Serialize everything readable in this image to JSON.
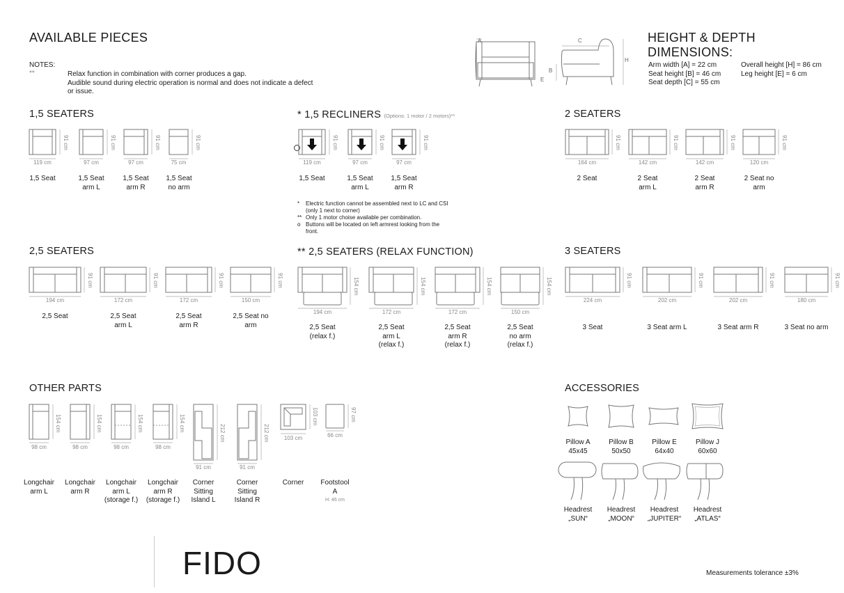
{
  "header": {
    "title": "AVAILABLE PIECES",
    "dimensions_title": "HEIGHT & DEPTH DIMENSIONS:",
    "notes_label": "NOTES:",
    "notes_marker": "**",
    "notes": [
      "Relax function in combination with corner produces a gap.",
      "Audible sound during electric operation is normal and does not indicate a defect",
      "or issue."
    ],
    "dim_letters": {
      "a": "A",
      "b": "B",
      "c": "C",
      "e": "E",
      "h": "H"
    },
    "dims_left": [
      "Arm width [A] = 22 cm",
      "Seat height [B] = 46 cm",
      "Seat depth [C] = 55 cm"
    ],
    "dims_right": [
      "Overall height [H] = 86 cm",
      "Leg height [E] = 6 cm"
    ]
  },
  "sections": {
    "s15": {
      "title": "1,5 SEATERS",
      "items": [
        {
          "w": "119 cm",
          "h": "91 cm",
          "label": [
            "1,5 Seat",
            ""
          ]
        },
        {
          "w": "97 cm",
          "h": "91 cm",
          "label": [
            "1,5 Seat",
            "arm L"
          ]
        },
        {
          "w": "97 cm",
          "h": "91 cm",
          "label": [
            "1,5 Seat",
            "arm R"
          ]
        },
        {
          "w": "75 cm",
          "h": "91 cm",
          "label": [
            "1,5 Seat",
            "no arm"
          ]
        }
      ]
    },
    "r15": {
      "marker": "*",
      "title": "1,5 RECLINERS",
      "options": "(Options: 1 motor / 2 motors)",
      "options_marker": "**",
      "items": [
        {
          "w": "119 cm",
          "h": "91 cm",
          "label": [
            "1,5 Seat",
            ""
          ]
        },
        {
          "w": "97 cm",
          "h": "91 cm",
          "label": [
            "1,5 Seat",
            "arm L"
          ]
        },
        {
          "w": "97 cm",
          "h": "91 cm",
          "label": [
            "1,5 Seat",
            "arm R"
          ]
        }
      ],
      "footnotes": [
        {
          "m": "*",
          "t": "Electric function cannot be assembled next to LC and CSI"
        },
        {
          "m": "",
          "t": "(only 1 next to corner)"
        },
        {
          "m": "**",
          "t": "Only 1 motor choise available per combination."
        },
        {
          "m": "o",
          "t": "Buttons will be located on left armrest looking from the"
        },
        {
          "m": "",
          "t": "front."
        }
      ]
    },
    "s2": {
      "title": "2 SEATERS",
      "items": [
        {
          "w": "164 cm",
          "h": "91 cm",
          "label": [
            "2 Seat",
            ""
          ]
        },
        {
          "w": "142 cm",
          "h": "91 cm",
          "label": [
            "2 Seat",
            "arm L"
          ]
        },
        {
          "w": "142 cm",
          "h": "91 cm",
          "label": [
            "2 Seat",
            "arm R"
          ]
        },
        {
          "w": "120 cm",
          "h": "91 cm",
          "label": [
            "2 Seat no",
            "arm"
          ]
        }
      ]
    },
    "s25": {
      "title": "2,5 SEATERS",
      "items": [
        {
          "w": "194 cm",
          "h": "91 cm",
          "label": [
            "2,5 Seat",
            ""
          ]
        },
        {
          "w": "172 cm",
          "h": "91 cm",
          "label": [
            "2,5 Seat",
            "arm L"
          ]
        },
        {
          "w": "172 cm",
          "h": "91 cm",
          "label": [
            "2,5 Seat",
            "arm R"
          ]
        },
        {
          "w": "150 cm",
          "h": "91 cm",
          "label": [
            "2,5 Seat no",
            "arm"
          ]
        }
      ]
    },
    "s25r": {
      "marker": "**",
      "title": "2,5 SEATERS (RELAX FUNCTION)",
      "items": [
        {
          "w": "194 cm",
          "h": "154 cm",
          "label": [
            "2,5 Seat",
            "(relax f.)",
            ""
          ]
        },
        {
          "w": "172 cm",
          "h": "154 cm",
          "label": [
            "2,5 Seat",
            "arm L",
            "(relax f.)"
          ]
        },
        {
          "w": "172 cm",
          "h": "154 cm",
          "label": [
            "2,5 Seat",
            "arm R",
            "(relax f.)"
          ]
        },
        {
          "w": "150 cm",
          "h": "154 cm",
          "label": [
            "2,5 Seat",
            "no arm",
            "(relax f.)"
          ]
        }
      ]
    },
    "s3": {
      "title": "3 SEATERS",
      "items": [
        {
          "w": "224 cm",
          "h": "91 cm",
          "label": "3 Seat"
        },
        {
          "w": "202 cm",
          "h": "91 cm",
          "label": "3 Seat arm L"
        },
        {
          "w": "202 cm",
          "h": "91 cm",
          "label": "3 Seat arm R"
        },
        {
          "w": "180 cm",
          "h": "91 cm",
          "label": "3 Seat no arm"
        }
      ]
    },
    "other": {
      "title": "OTHER PARTS",
      "items": [
        {
          "w": "98 cm",
          "h": "154 cm",
          "label": [
            "Longchair",
            "arm L",
            ""
          ]
        },
        {
          "w": "98 cm",
          "h": "154 cm",
          "label": [
            "Longchair",
            "arm R",
            ""
          ]
        },
        {
          "w": "98 cm",
          "h": "154 cm",
          "label": [
            "Longchair",
            "arm L",
            "(storage f.)"
          ]
        },
        {
          "w": "98 cm",
          "h": "154 cm",
          "label": [
            "Longchair",
            "arm R",
            "(storage f.)"
          ]
        },
        {
          "w": "91 cm",
          "h": "212 cm",
          "label": [
            "Corner",
            "Sitting",
            "Island L"
          ]
        },
        {
          "w": "91 cm",
          "h": "212 cm",
          "label": [
            "Corner",
            "Sitting",
            "Island R"
          ]
        },
        {
          "w": "103 cm",
          "h": "103 cm",
          "label": [
            "Corner",
            "",
            ""
          ]
        },
        {
          "w": "66 cm",
          "h": "97 cm",
          "label": [
            "Footstool",
            "A",
            ""
          ]
        }
      ],
      "footstool_height": "H: 46 cm"
    },
    "acc": {
      "title": "ACCESSORIES",
      "pillows": [
        {
          "name": "Pillow A",
          "size": "45x45"
        },
        {
          "name": "Pillow B",
          "size": "50x50"
        },
        {
          "name": "Pillow E",
          "size": "64x40"
        },
        {
          "name": "Pillow J",
          "size": "60x60"
        }
      ],
      "headrests": [
        {
          "name": "Headrest",
          "model": "„SUN“"
        },
        {
          "name": "Headrest",
          "model": "„MOON“"
        },
        {
          "name": "Headrest",
          "model": "„JUPITER“"
        },
        {
          "name": "Headrest",
          "model": "„ATLAS“"
        }
      ]
    }
  },
  "footer": {
    "brand": "FIDO",
    "tolerance": "Measurements tolerance ±3%"
  },
  "icons": {
    "recliner_arrow": "arrow-down-icon",
    "button_marker": "circle-icon"
  }
}
